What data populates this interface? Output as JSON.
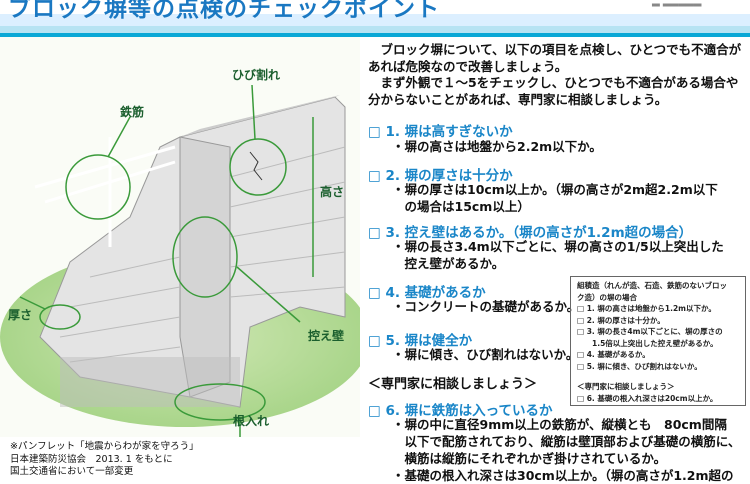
{
  "header": {
    "title": "ブロック塀等の点検のチェックポイント",
    "colors": {
      "title": "#1a78c2",
      "band": "#0aa8d6"
    }
  },
  "intro": "　ブロック塀について、以下の項目を点検し、ひとつでも不適合が\nあれば危険なので改善しましょう。\n　まず外観で１～5をチェックし、ひとつでも不適合がある場合や\n分からないことがあれば、専門家に相談しましょう。",
  "items": [
    {
      "label": "□ 1. 塀は高すぎないか",
      "sub": "・塀の高さは地盤から2.2m以下か。"
    },
    {
      "label": "□ 2. 塀の厚さは十分か",
      "sub": "・塀の厚さは10cm以上か。（塀の高さが2m超2.2m以下\n　の場合は15cm以上）"
    },
    {
      "label": "□ 3. 控え壁はあるか。（塀の高さが1.2m超の場合）",
      "sub": "・塀の長さ3.4m以下ごとに、塀の高さの1/5以上突出した\n　控え壁があるか。"
    },
    {
      "label": "□ 4. 基礎があるか",
      "sub": "・コンクリートの基礎があるか。"
    },
    {
      "label": "□ 5. 塀は健全か",
      "sub": "・塀に傾き、ひび割れはないか。"
    },
    {
      "label": "□ 6. 塀に鉄筋は入っているか",
      "sub": "・塀の中に直径9mm以上の鉄筋が、縦横とも　80cm間隔\n　以下で配筋されており、縦筋は壁頂部および基礎の横筋に、\n　横筋は縦筋にそれぞれかぎ掛けされているか。\n・基礎の根入れ深さは30cm以上か。（塀の高さが1.2m超の"
    }
  ],
  "consult": "＜専門家に相談しましょう＞",
  "masonry_box": {
    "title": "組積造（れんが造、石造、鉄筋のないブロッ\nク造）の塀の場合",
    "lines": [
      "□ 1. 塀の高さは地盤から1.2m以下か。",
      "□ 2. 塀の厚さは十分か。",
      "□ 3. 塀の長さ4m以下ごとに、塀の厚さの\n　　1.5倍以上突出した控え壁があるか。",
      "□ 4. 基礎があるか。",
      "□ 5. 塀に傾き、ひび割れはないか。"
    ],
    "consult": "＜専門家に相談しましょう＞",
    "line6": "□ 6. 基礎の根入れ深さは20cm以上か。"
  },
  "illustration": {
    "labels": {
      "crack": "ひび割れ",
      "rebar": "鉄筋",
      "height": "高さ",
      "thickness": "厚さ",
      "buttress": "控え壁",
      "embed": "根入れ"
    }
  },
  "note": "※パンフレット「地震からわが家を守ろう」\n日本建築防災協会　2013. 1 をもとに\n国土交通省において一部変更"
}
